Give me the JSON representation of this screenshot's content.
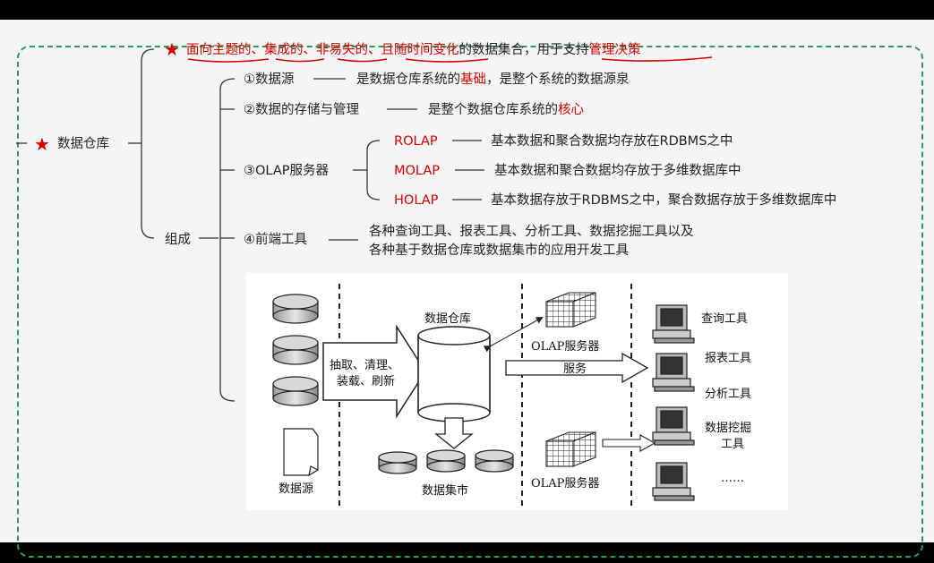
{
  "root": {
    "label": "数据仓库",
    "icon": "star-icon"
  },
  "definition": {
    "parts": [
      {
        "text": "面向主题的",
        "red": true
      },
      {
        "text": "、",
        "red": true
      },
      {
        "text": "集成的",
        "red": true
      },
      {
        "text": "、",
        "red": true
      },
      {
        "text": "非易失的",
        "red": true
      },
      {
        "text": "、",
        "red": true
      },
      {
        "text": "且随时间变化",
        "red": true
      },
      {
        "text": "的数据集合，用于支持",
        "red": false
      },
      {
        "text": "管理决策",
        "red": true
      }
    ]
  },
  "composition": {
    "label": "组成",
    "items": [
      {
        "name": "①数据源",
        "desc_pre": "是数据仓库系统的",
        "desc_hl": "基础",
        "desc_post": "，是整个系统的数据源泉"
      },
      {
        "name": "②数据的存储与管理",
        "desc_pre": "是整个数据仓库系统的",
        "desc_hl": "核心",
        "desc_post": ""
      },
      {
        "name": "③OLAP服务器"
      },
      {
        "name": "④前端工具",
        "desc_line1": "各种查询工具、报表工具、分析工具、数据挖掘工具以及",
        "desc_line2": "各种基于数据仓库或数据集市的应用开发工具"
      }
    ],
    "olap": [
      {
        "type": "ROLAP",
        "desc": "基本数据和聚合数据均存放在RDBMS之中"
      },
      {
        "type": "MOLAP",
        "desc": "基本数据和聚合数据均存放于多维数据库中"
      },
      {
        "type": "HOLAP",
        "desc": "基本数据存放于RDBMS之中，聚合数据存放于多维数据库中"
      }
    ]
  },
  "architecture": {
    "process_line1": "抽取、清理、",
    "process_line2": "装载、刷新",
    "warehouse": "数据仓库",
    "olap_top": "OLAP服务器",
    "service": "服务",
    "olap_bottom": "OLAP服务器",
    "datamart": "数据集市",
    "datasource": "数据源",
    "tools": [
      "查询工具",
      "报表工具",
      "分析工具",
      "数据挖掘",
      "工具",
      "……"
    ]
  }
}
